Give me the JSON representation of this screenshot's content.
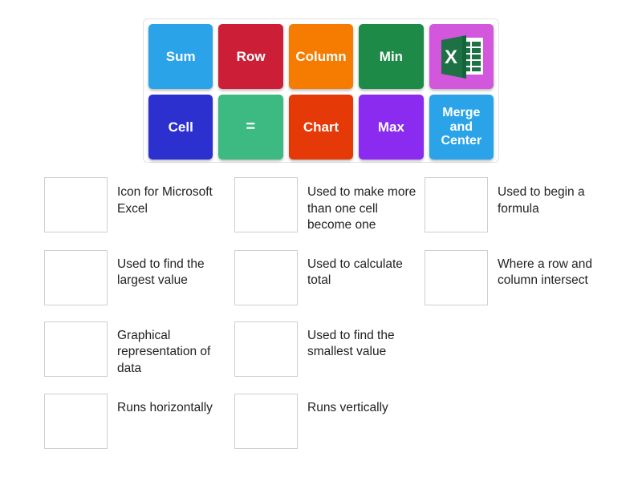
{
  "activity": {
    "type": "match-up-drag-and-drop",
    "subject": "Microsoft Excel terms"
  },
  "tile_bank": {
    "rows": [
      [
        {
          "label": "Sum",
          "color": "#2aa3e8",
          "icon": null
        },
        {
          "label": "Row",
          "color": "#cc1f37",
          "icon": null
        },
        {
          "label": "Column",
          "color": "#f57c00",
          "icon": null
        },
        {
          "label": "Min",
          "color": "#1e8a47",
          "icon": null
        },
        {
          "label": "",
          "color": "#d357dd",
          "icon": "microsoft-excel-icon"
        }
      ],
      [
        {
          "label": "Cell",
          "color": "#2b30cf",
          "icon": null
        },
        {
          "label": "=",
          "color": "#3cba82",
          "icon": null
        },
        {
          "label": "Chart",
          "color": "#e53a08",
          "icon": null
        },
        {
          "label": "Max",
          "color": "#8b2bef",
          "icon": null
        },
        {
          "label": "Merge and Center",
          "color": "#2aa3e8",
          "icon": null
        }
      ]
    ]
  },
  "excel_icon": {
    "name": "microsoft-excel-icon",
    "document_color": "#1e7145",
    "fold_color": "#11633a",
    "grid_color": "#ffffff",
    "letter": "X"
  },
  "answers": {
    "rows": [
      [
        {
          "label": "Icon for Microsoft Excel",
          "box": "drop-target"
        },
        {
          "label": "Used to make more than one cell become one",
          "box": "drop-target"
        },
        {
          "label": "Used to begin a formula",
          "box": "drop-target"
        }
      ],
      [
        {
          "label": "Used to find the largest value",
          "box": "drop-target"
        },
        {
          "label": "Used to calculate total",
          "box": "drop-target"
        },
        {
          "label": "Where a row and column intersect",
          "box": "drop-target"
        }
      ],
      [
        {
          "label": "Graphical representation of data",
          "box": "drop-target"
        },
        {
          "label": "Used to find the smallest value",
          "box": "drop-target"
        },
        {
          "label": "",
          "box": "none"
        }
      ],
      [
        {
          "label": "Runs horizontally",
          "box": "drop-target"
        },
        {
          "label": "Runs vertically",
          "box": "drop-target"
        },
        {
          "label": "",
          "box": "none"
        }
      ]
    ]
  },
  "colors": {
    "page_background": "#ffffff",
    "bank_border": "#e3e3e3",
    "drop_box_border": "#cfcfcf",
    "text": "#222222"
  }
}
